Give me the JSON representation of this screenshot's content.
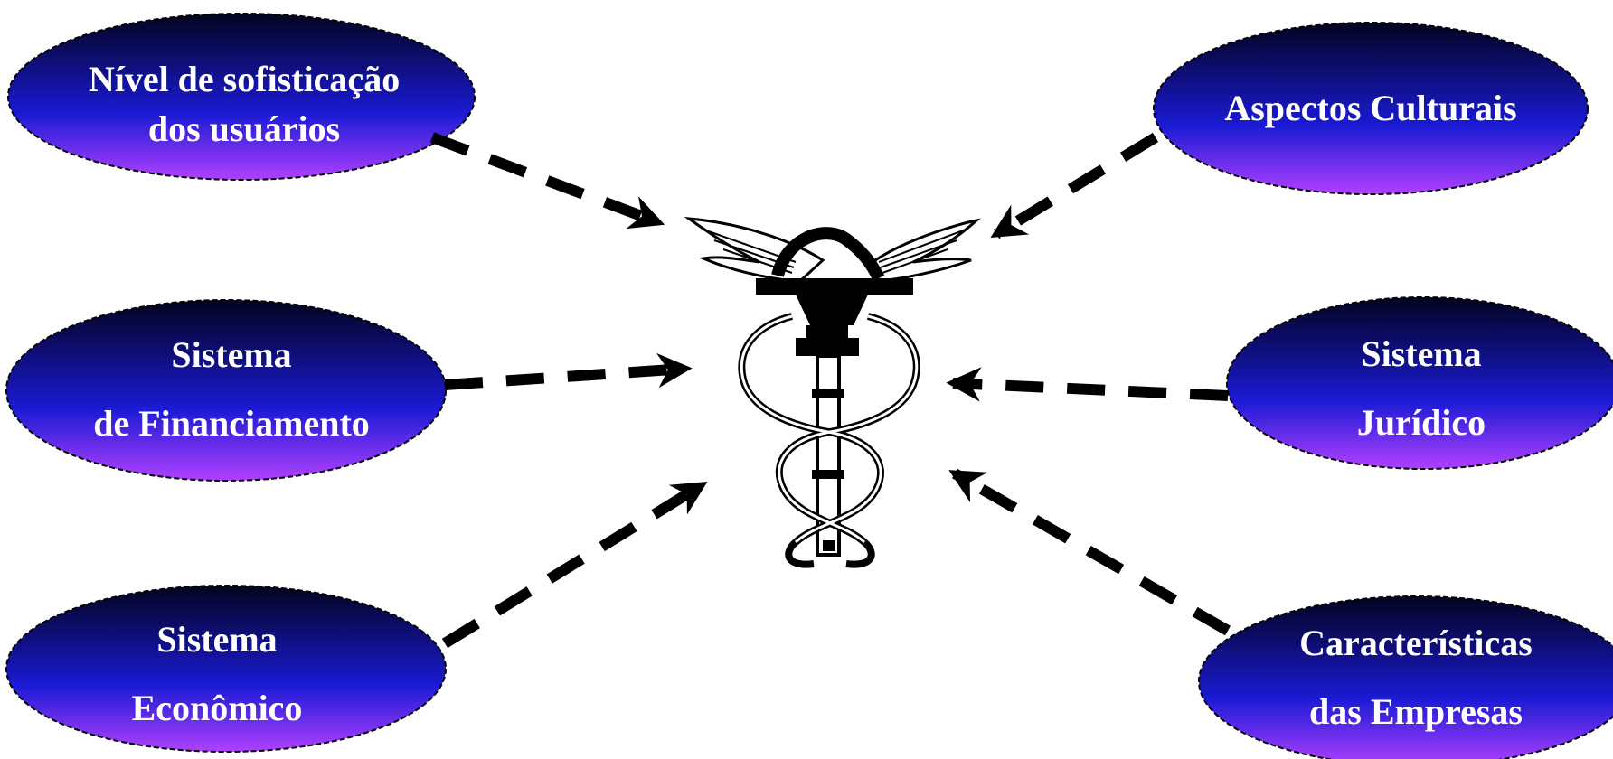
{
  "nodes": [
    {
      "id": "sophistication",
      "lines": [
        "Nível de sofisticação",
        "dos usuários"
      ]
    },
    {
      "id": "financing",
      "lines": [
        "Sistema",
        "de Financiamento"
      ]
    },
    {
      "id": "economic",
      "lines": [
        "Sistema",
        "Econômico"
      ]
    },
    {
      "id": "cultural",
      "lines": [
        "Aspectos Culturais"
      ]
    },
    {
      "id": "legal",
      "lines": [
        "Sistema",
        "Jurídico"
      ]
    },
    {
      "id": "companies",
      "lines": [
        "Características",
        "das Empresas"
      ]
    }
  ],
  "center_emblem": {
    "icon": "caduceus-icon"
  },
  "colors": {
    "node_top": "#03031f",
    "node_mid": "#1a1ad4",
    "node_bottom": "#b040ff",
    "arrow": "#000000",
    "label": "#ffffff"
  }
}
